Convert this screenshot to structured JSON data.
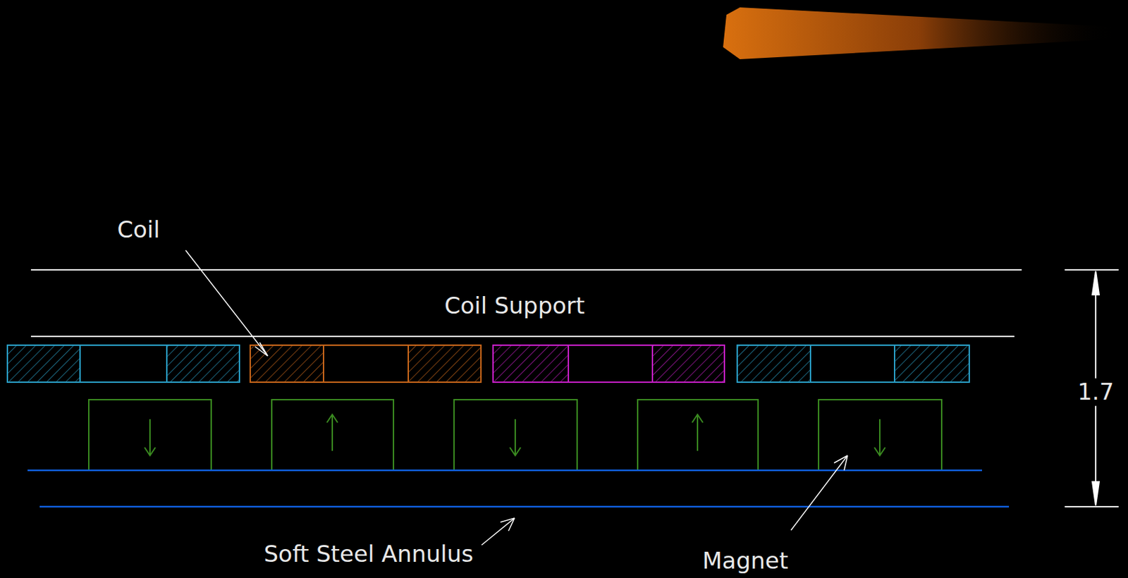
{
  "diagram": {
    "labels": [
      "Coil",
      "Coil Support",
      "1.7",
      "Soft Steel Annulus",
      "Magnet"
    ]
  }
}
